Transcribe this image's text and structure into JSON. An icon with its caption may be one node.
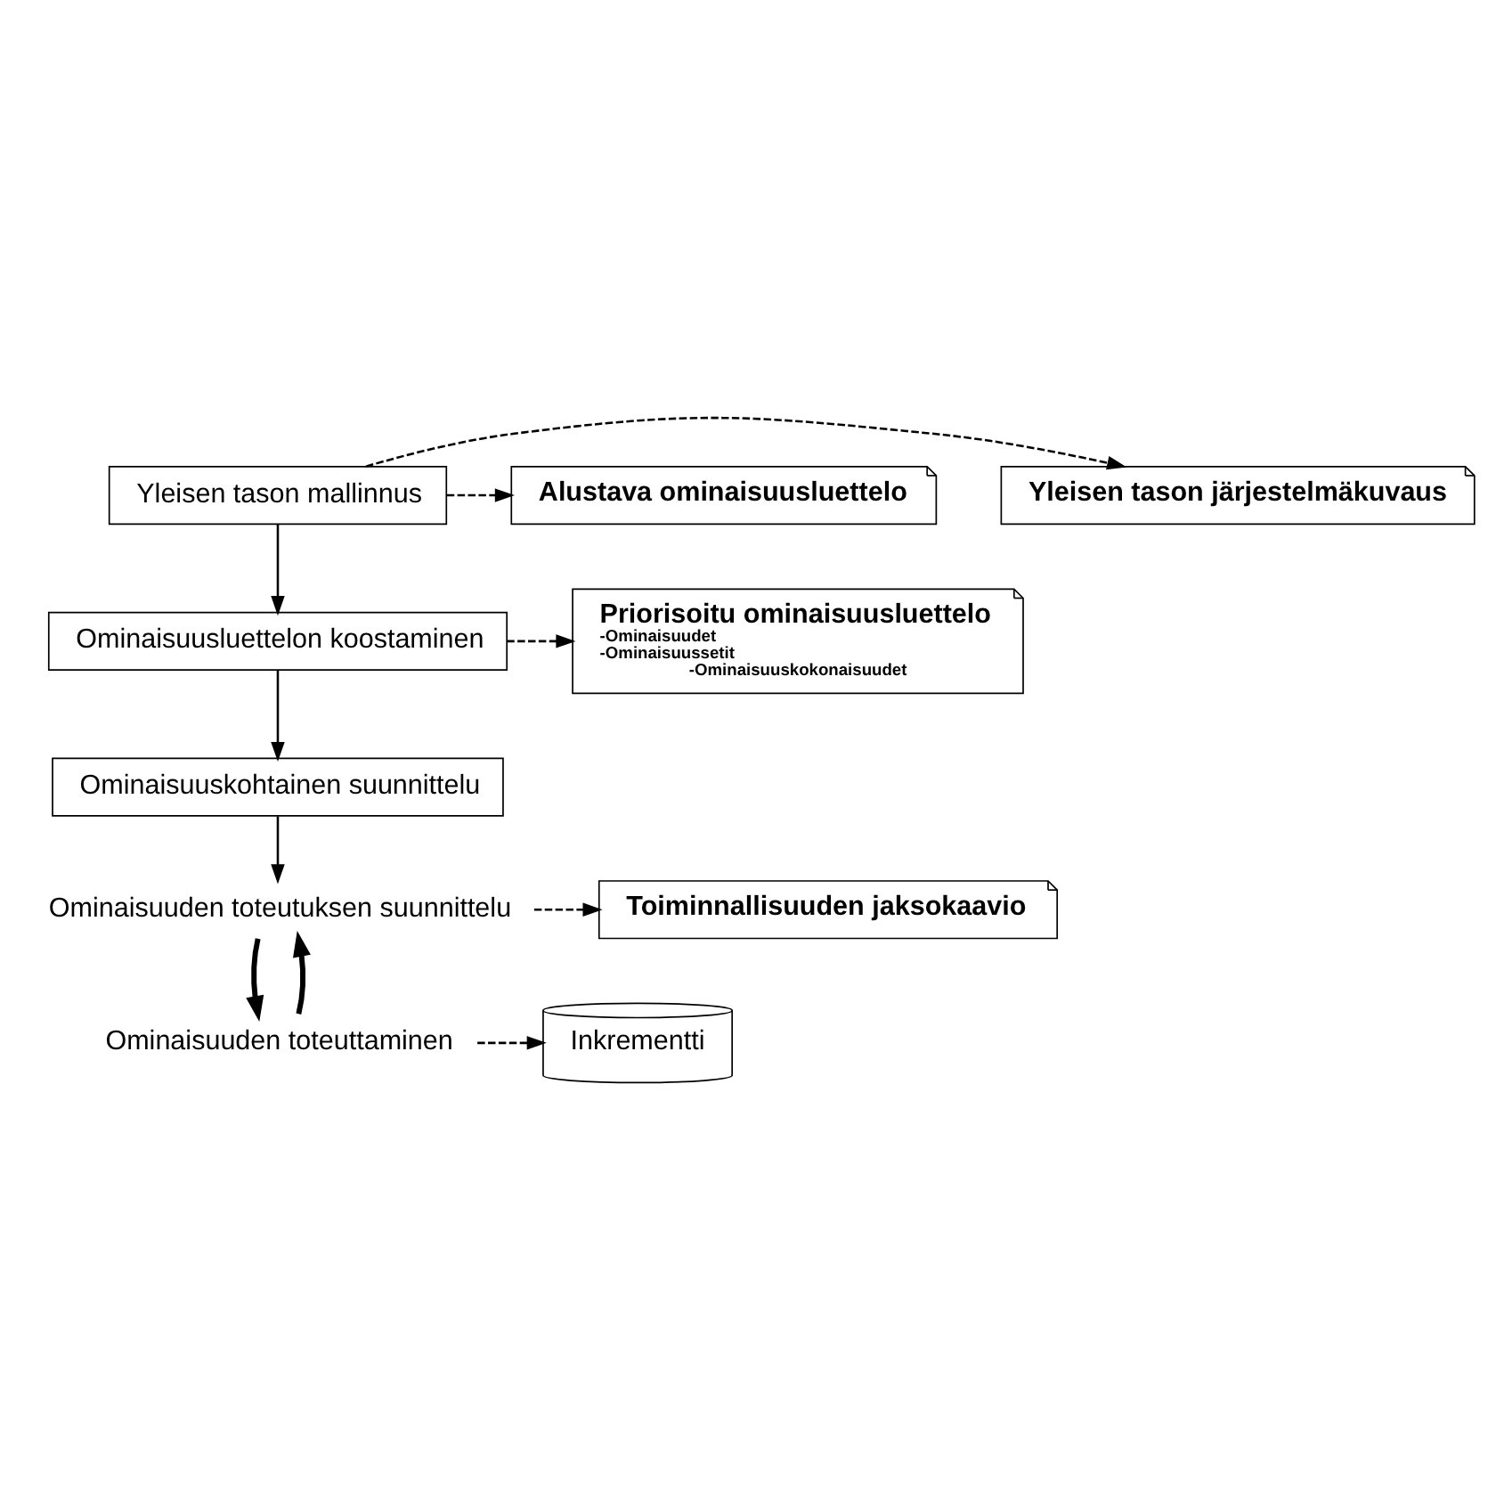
{
  "diagram": {
    "nodes": [
      {
        "text": [
          "Yleisen tason mallinnus"
        ]
      },
      {
        "text": [
          "Yleisen tason järjestelmäkuvaus"
        ]
      },
      {
        "text": [
          "Alustava ominaisuusluettelo"
        ]
      },
      {
        "text": [
          "Ominaisuusluettelon koostaminen"
        ]
      },
      {
        "text": [
          "Priorisoitu ominaisuusluettelo",
          "-Ominaisuudet",
          "-Ominaisuussetit",
          "-Ominaisuuskokonaisuudet"
        ]
      },
      {
        "text": [
          "Ominaisuuskohtainen suunnittelu"
        ]
      },
      {
        "text": [
          "Ominaisuuden toteutuksen suunnittelu"
        ]
      },
      {
        "text": [
          "Toiminnallisuuden jaksokaavio"
        ]
      },
      {
        "text": [
          "Ominaisuuden toteuttaminen"
        ]
      },
      {
        "text": [
          "Inkrementti"
        ]
      }
    ],
    "edges": [
      {
        "from": 0,
        "to": 1,
        "arrow": "to",
        "style": "dashed"
      },
      {
        "from": 0,
        "to": 2,
        "arrow": "to",
        "style": "dashed"
      },
      {
        "from": 0,
        "to": 3,
        "arrow": "to"
      },
      {
        "from": 3,
        "to": 4,
        "arrow": "to",
        "style": "dashed"
      },
      {
        "from": 3,
        "to": 5,
        "arrow": "to"
      },
      {
        "from": 5,
        "to": 6,
        "arrow": "to"
      },
      {
        "from": 6,
        "to": 7,
        "arrow": "to",
        "style": "dashed"
      },
      {
        "from": 6,
        "to": 8,
        "arrow": "to",
        "style": "thick"
      },
      {
        "from": 8,
        "to": 6,
        "arrow": "to",
        "style": "thick"
      },
      {
        "from": 8,
        "to": 9,
        "arrow": "to",
        "style": "dashed"
      }
    ]
  }
}
